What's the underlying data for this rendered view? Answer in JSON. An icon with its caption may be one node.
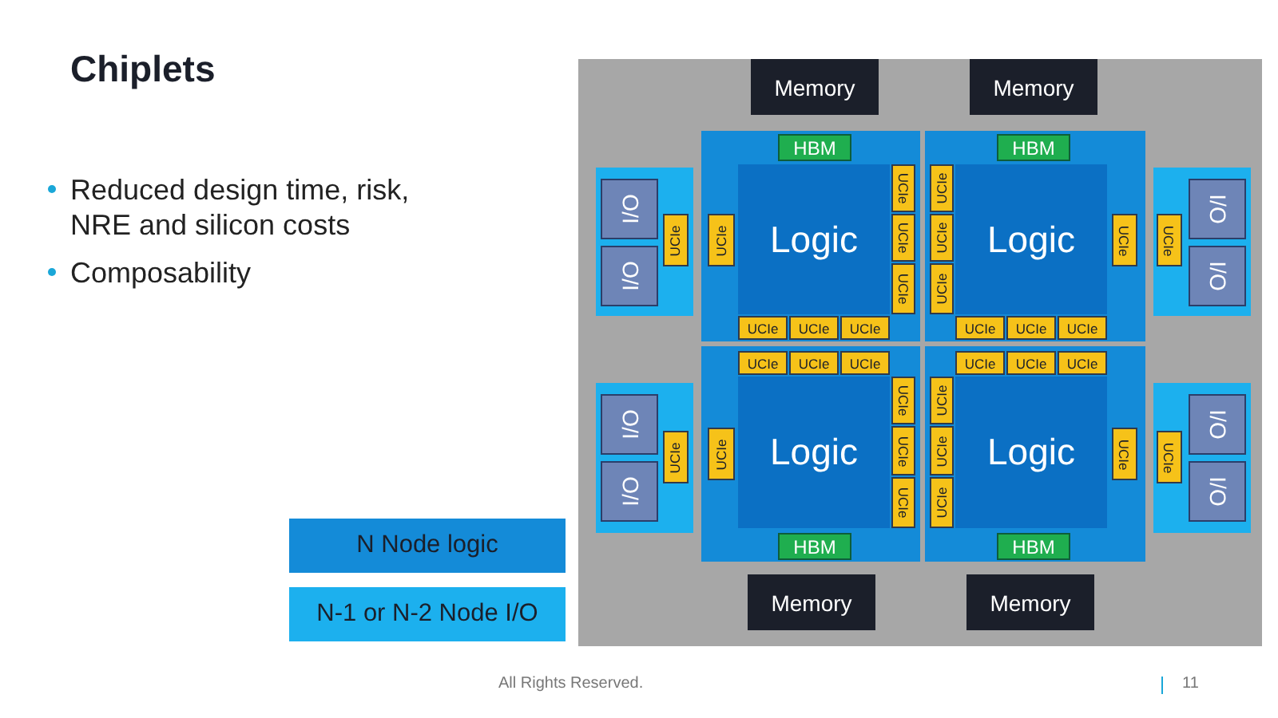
{
  "diagram": {
    "title": "Chiplets",
    "nodes": [
      {
        "text": [],
        "shape": "box"
      },
      {
        "text": [
          "Memory"
        ],
        "in": 0
      },
      {
        "text": [
          "Memory"
        ],
        "in": 0
      },
      {
        "text": [],
        "shape": "box",
        "in": 0
      },
      {
        "text": [
          "I/O"
        ],
        "in": 3
      },
      {
        "text": [
          "I/O"
        ],
        "in": 3
      },
      {
        "text": [
          "UCIe"
        ],
        "in": 3
      },
      {
        "text": [],
        "shape": "box",
        "in": 0
      },
      {
        "text": [
          "HBM"
        ],
        "in": 7
      },
      {
        "text": [
          "Logic"
        ],
        "in": 7
      },
      {
        "text": [
          "UCIe"
        ],
        "in": 7
      },
      {
        "text": [
          "UCIe"
        ],
        "in": 7
      },
      {
        "text": [
          "UCIe"
        ],
        "in": 7
      },
      {
        "text": [
          "UCIe"
        ],
        "in": 7
      },
      {
        "text": [
          "UCIe"
        ],
        "in": 7
      },
      {
        "text": [
          "UCIe"
        ],
        "in": 7
      },
      {
        "text": [
          "UCIe"
        ],
        "in": 7
      },
      {
        "text": [],
        "shape": "box",
        "in": 0
      },
      {
        "text": [
          "HBM"
        ],
        "in": 17
      },
      {
        "text": [
          "Logic"
        ],
        "in": 17
      },
      {
        "text": [
          "UCIe"
        ],
        "in": 17
      },
      {
        "text": [
          "UCIe"
        ],
        "in": 17
      },
      {
        "text": [
          "UCIe"
        ],
        "in": 17
      },
      {
        "text": [
          "UCIe"
        ],
        "in": 17
      },
      {
        "text": [
          "UCIe"
        ],
        "in": 17
      },
      {
        "text": [
          "UCIe"
        ],
        "in": 17
      },
      {
        "text": [
          "UCIe"
        ],
        "in": 17
      },
      {
        "text": [],
        "shape": "box",
        "in": 0
      },
      {
        "text": [
          "UCIe"
        ],
        "in": 27
      },
      {
        "text": [
          "I/O"
        ],
        "in": 27
      },
      {
        "text": [
          "I/O"
        ],
        "in": 27
      },
      {
        "text": [],
        "shape": "box",
        "in": 0
      },
      {
        "text": [
          "I/O"
        ],
        "in": 31
      },
      {
        "text": [
          "I/O"
        ],
        "in": 31
      },
      {
        "text": [
          "UCIe"
        ],
        "in": 31
      },
      {
        "text": [],
        "shape": "box",
        "in": 0
      },
      {
        "text": [
          "UCIe"
        ],
        "in": 35
      },
      {
        "text": [
          "UCIe"
        ],
        "in": 35
      },
      {
        "text": [
          "UCIe"
        ],
        "in": 35
      },
      {
        "text": [
          "UCIe"
        ],
        "in": 35
      },
      {
        "text": [
          "Logic"
        ],
        "in": 35
      },
      {
        "text": [
          "UCIe"
        ],
        "in": 35
      },
      {
        "text": [
          "UCIe"
        ],
        "in": 35
      },
      {
        "text": [
          "UCIe"
        ],
        "in": 35
      },
      {
        "text": [
          "HBM"
        ],
        "in": 35
      },
      {
        "text": [],
        "shape": "box",
        "in": 0
      },
      {
        "text": [
          "UCIe"
        ],
        "in": 45
      },
      {
        "text": [
          "UCIe"
        ],
        "in": 45
      },
      {
        "text": [
          "UCIe"
        ],
        "in": 45
      },
      {
        "text": [
          "UCIe"
        ],
        "in": 45
      },
      {
        "text": [
          "UCIe"
        ],
        "in": 45
      },
      {
        "text": [
          "UCIe"
        ],
        "in": 45
      },
      {
        "text": [
          "Logic"
        ],
        "in": 45
      },
      {
        "text": [
          "UCIe"
        ],
        "in": 45
      },
      {
        "text": [
          "HBM"
        ],
        "in": 45
      },
      {
        "text": [],
        "shape": "box",
        "in": 0
      },
      {
        "text": [
          "UCIe"
        ],
        "in": 55
      },
      {
        "text": [
          "I/O"
        ],
        "in": 55
      },
      {
        "text": [
          "I/O"
        ],
        "in": 55
      },
      {
        "text": [
          "Memory"
        ],
        "in": 0
      },
      {
        "text": [
          "Memory"
        ],
        "in": 0
      }
    ],
    "labels": [
      "Reduced design time, risk, NRE and silicon costs",
      "Composability",
      "All Rights Reserved.",
      "11"
    ],
    "legend": [
      {
        "text": "N Node logic",
        "color": "#148bd8"
      },
      {
        "text": "N-1 or N-2 Node I/O",
        "color": "#1cb0ee"
      }
    ]
  }
}
